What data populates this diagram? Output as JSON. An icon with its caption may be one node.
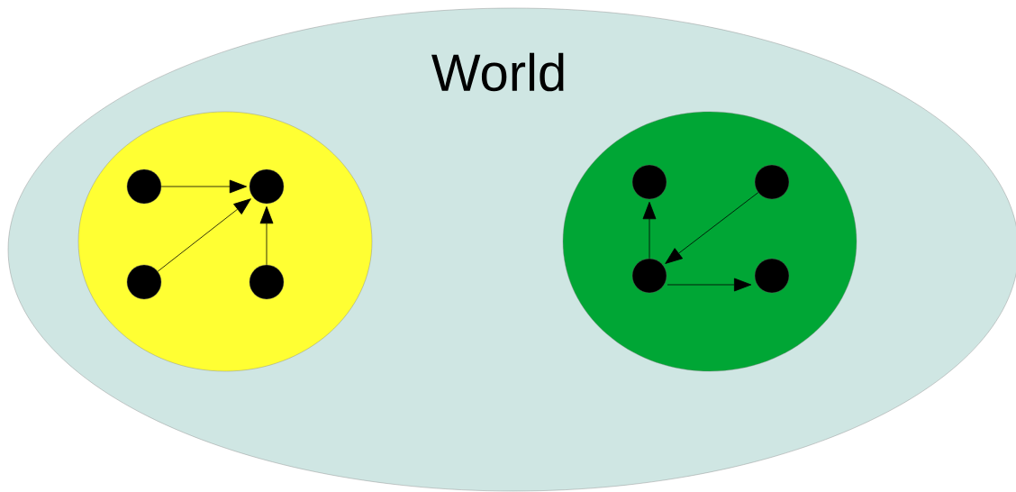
{
  "diagram": {
    "nodes": [
      {
        "text": [
          "World"
        ]
      },
      {
        "text": [],
        "shape": "circle",
        "in": 0
      },
      {
        "text": [],
        "shape": "circle",
        "in": 0
      },
      {
        "text": [],
        "shape": "circle",
        "in": 1
      },
      {
        "text": [],
        "shape": "circle",
        "in": 1
      },
      {
        "text": [],
        "shape": "circle",
        "in": 1
      },
      {
        "text": [],
        "shape": "circle",
        "in": 1
      },
      {
        "text": [],
        "shape": "circle",
        "in": 2
      },
      {
        "text": [],
        "shape": "circle",
        "in": 2
      },
      {
        "text": [],
        "shape": "circle",
        "in": 2
      },
      {
        "text": [],
        "shape": "circle",
        "in": 2
      }
    ],
    "edges": [
      {
        "from": 3,
        "to": 4,
        "arrow": "to"
      },
      {
        "from": 5,
        "to": 4,
        "arrow": "to"
      },
      {
        "from": 6,
        "to": 4,
        "arrow": "to"
      },
      {
        "from": 9,
        "to": 7,
        "arrow": "to"
      },
      {
        "from": 8,
        "to": 9,
        "arrow": "to"
      },
      {
        "from": 9,
        "to": 10,
        "arrow": "to"
      }
    ]
  }
}
